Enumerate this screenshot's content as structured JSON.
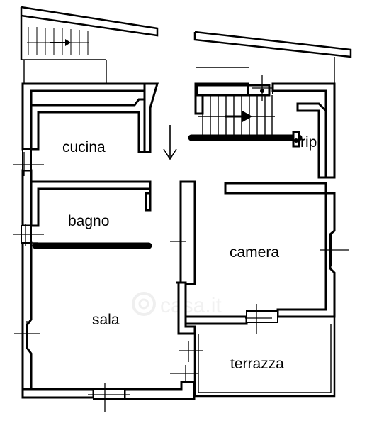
{
  "rooms": {
    "cucina": "cucina",
    "bagno": "bagno",
    "sala": "sala",
    "camera": "camera",
    "terrazza": "terrazza",
    "rip": "rip."
  },
  "icons": {
    "entrance_arrow": "arrow-down-icon",
    "stair_arrow": "arrow-right-icon",
    "watermark": "watermark-logo"
  }
}
